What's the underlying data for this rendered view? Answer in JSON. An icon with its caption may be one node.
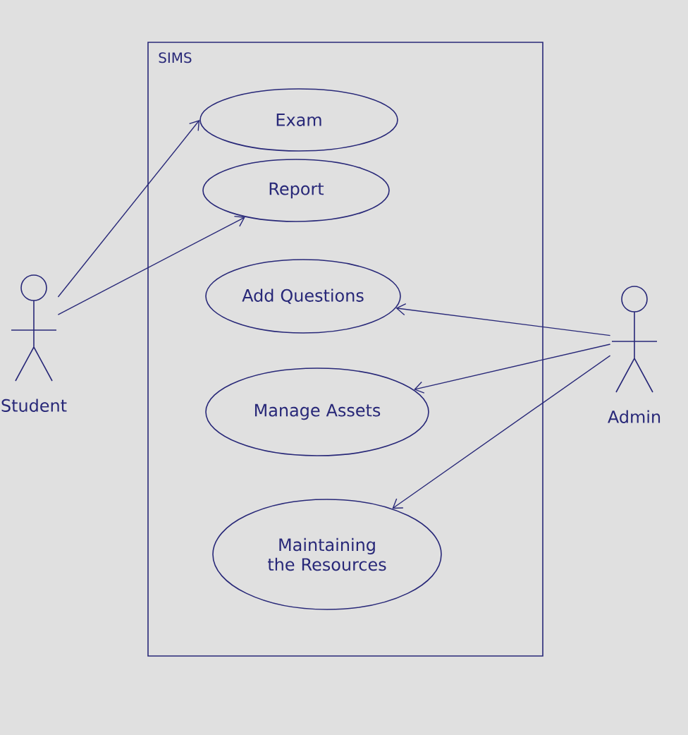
{
  "diagram": {
    "nodes": [
      {
        "text": [
          "SIMS"
        ]
      },
      {
        "text": [
          "Exam"
        ],
        "in": 0
      },
      {
        "text": [
          "Report"
        ],
        "in": 0
      },
      {
        "text": [
          "Add Questions"
        ],
        "in": 0
      },
      {
        "text": [
          "Manage Assets"
        ],
        "in": 0
      },
      {
        "text": [
          "Maintaining the Resources"
        ],
        "in": 0
      },
      {
        "text": [
          "Student"
        ]
      },
      {
        "text": [
          "Admin"
        ]
      }
    ],
    "edges": [
      {
        "from": 6,
        "to": 1,
        "arrow": "to"
      },
      {
        "from": 6,
        "to": 2,
        "arrow": "to"
      },
      {
        "from": 7,
        "to": 3,
        "arrow": "to"
      },
      {
        "from": 7,
        "to": 4,
        "arrow": "to"
      },
      {
        "from": 7,
        "to": 5,
        "arrow": "to"
      }
    ]
  }
}
